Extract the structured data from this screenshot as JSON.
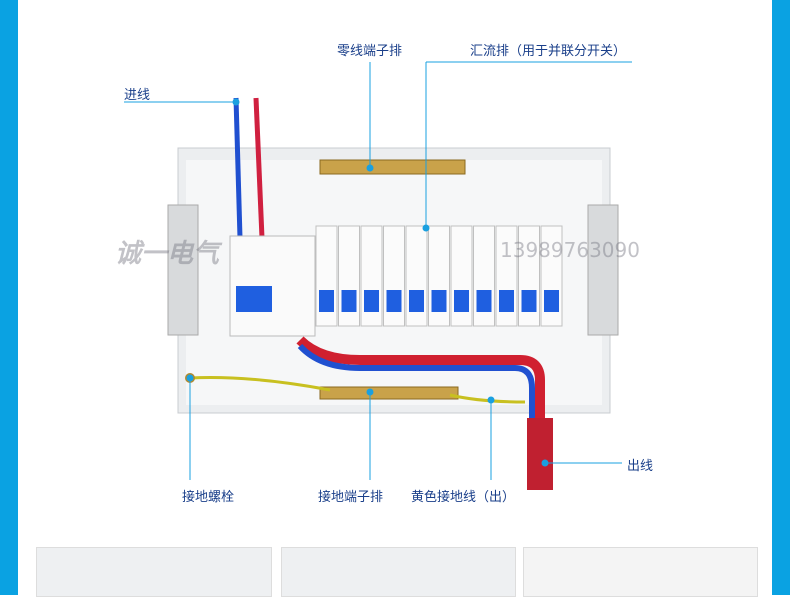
{
  "labels": {
    "zero_line_terminal": "零线端子排",
    "busbar": "汇流排（用于并联分开关）",
    "incoming": "进线",
    "outgoing": "出线",
    "ground_screw": "接地螺栓",
    "ground_terminal": "接地端子排",
    "yellow_ground_wire": "黄色接地线（出）"
  },
  "watermark": {
    "brand": "诚一电气",
    "phone": "13989763090"
  },
  "colors": {
    "frame": "#0aa2e2",
    "label": "#1a3f8a",
    "leader": "#1aa0e0"
  }
}
